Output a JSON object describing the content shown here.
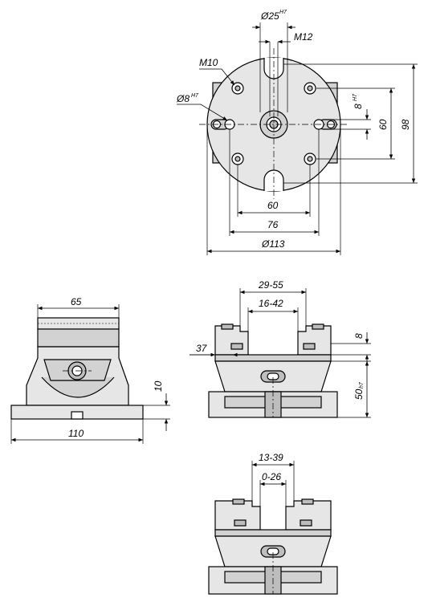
{
  "top_view": {
    "bore_label": "Ø25",
    "bore_tol": "H7",
    "thread_center_label": "M12",
    "thread_hole_label": "M10",
    "pin_label": "Ø8",
    "pin_tol": "H7",
    "pin_dim_label": "8",
    "pin_dim_tol": "H7",
    "pitch_vertical_label": "60",
    "overall_height_label": "98",
    "pitch_horizontal_label": "60",
    "slot_span_label": "76",
    "diameter_label": "Ø113"
  },
  "side_view": {
    "width_top_label": "65",
    "base_height_label": "10",
    "base_width_label": "110"
  },
  "front_view_open": {
    "outer_range_label": "29-55",
    "inner_range_label": "16-42",
    "jaw_height_label": "8",
    "jaw_depth_label": "37",
    "height_label": "50",
    "height_tol": "h7"
  },
  "front_view_closed": {
    "outer_range_label": "13-39",
    "inner_range_label": "0-26"
  }
}
